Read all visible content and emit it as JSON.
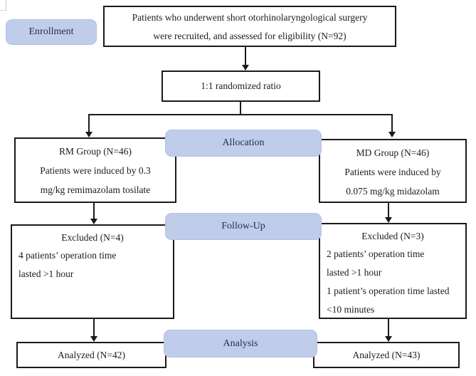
{
  "diagram_title": "CONSORT-style patient flow diagram",
  "stages": {
    "enrollment": "Enrollment",
    "allocation": "Allocation",
    "followup": "Follow-Up",
    "analysis": "Analysis"
  },
  "boxes": {
    "eligibility": {
      "lines": [
        "Patients who underwent short otorhinolaryngological surgery",
        "were recruited, and assessed for eligibility (N=92)"
      ]
    },
    "randomized": {
      "text": "1:1 randomized ratio"
    },
    "rm_group": {
      "lines": [
        "RM Group (N=46)",
        "Patients were induced by 0.3",
        "mg/kg remimazolam tosilate"
      ]
    },
    "md_group": {
      "lines": [
        "MD Group (N=46)",
        "Patients were induced by",
        "0.075 mg/kg midazolam"
      ]
    },
    "rm_excluded": {
      "title": "Excluded (N=4)",
      "lines": [
        "4 patients’ operation time",
        "lasted >1 hour"
      ]
    },
    "md_excluded": {
      "title": "Excluded (N=3)",
      "lines": [
        "2 patients’ operation time",
        "lasted >1 hour",
        "1 patient’s operation time lasted",
        "<10 minutes"
      ]
    },
    "rm_analyzed": {
      "text": "Analyzed (N=42)"
    },
    "md_analyzed": {
      "text": "Analyzed (N=43)"
    }
  },
  "colors": {
    "stage_fill": "#bfcdeb",
    "box_border": "#1a1a1a",
    "background": "#ffffff"
  }
}
